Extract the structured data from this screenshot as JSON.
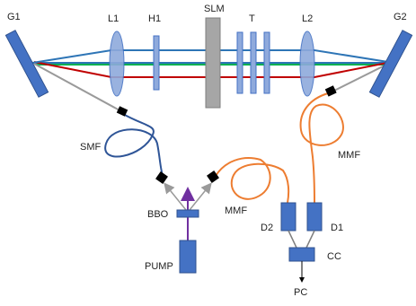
{
  "labels": {
    "g1": "G1",
    "g2": "G2",
    "l1": "L1",
    "h1": "H1",
    "slm": "SLM",
    "t": "T",
    "l2": "L2",
    "smf": "SMF",
    "mmf_center": "MMF",
    "mmf_right": "MMF",
    "bbo": "BBO",
    "pump": "PUMP",
    "d1": "D1",
    "d2": "D2",
    "cc": "CC",
    "pc": "PC"
  },
  "colors": {
    "beam_blue": "#2e75b6",
    "beam_green": "#00b050",
    "beam_red": "#c00000",
    "beam_gray": "#9a9a9a",
    "component": "#4472c4",
    "component_dark": "#2f528f",
    "lens_fill": "#8faadc",
    "slm_fill": "#a6a6a6",
    "smf_fiber": "#2f5597",
    "mmf_fiber": "#ed7d31",
    "pump_beam": "#7030a0",
    "connector": "#000000"
  }
}
